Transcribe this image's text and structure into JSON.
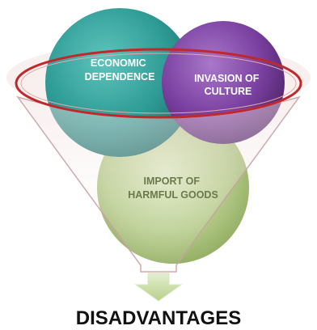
{
  "diagram": {
    "inputs": [
      {
        "label_lines": [
          "ECONOMIC",
          "DEPENDENCE"
        ],
        "color": "#2e9b95"
      },
      {
        "label_lines": [
          "INVASION OF",
          "CULTURE"
        ],
        "color": "#7a3fa0"
      },
      {
        "label_lines": [
          "IMPORT OF",
          "HARMFUL GOODS"
        ],
        "color": "#a9c27a"
      }
    ],
    "result": "DISADVANTAGES",
    "colors": {
      "funnel_rim": "#c0282b",
      "funnel_fill": "#e8c9c9",
      "arrow": "#c7dd9c"
    }
  }
}
